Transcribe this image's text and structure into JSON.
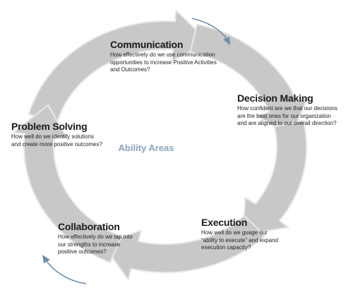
{
  "center_label": "Ability Areas",
  "colors": {
    "arrow_fill": "#c8c8c8",
    "arrow_stroke": "#e8e8e8",
    "accent_arrow": "#6e8eaa",
    "center_text": "#8aa2ba",
    "text": "#1a1a1a"
  },
  "nodes": [
    {
      "title": "Communication",
      "description": "How effectively do we use communication opportunities to increase Positive Activities and Outcomes?"
    },
    {
      "title": "Decision Making",
      "description": "How confident are we that our decisions are the best ones for our organization and are aligned to our overall direction?"
    },
    {
      "title": "Execution",
      "description": "How well do we guage our “ability to execute” and expand execution capacity?"
    },
    {
      "title": "Collaboration",
      "description": "How effectively do we tap into our strengths to increase positive outcomes?"
    },
    {
      "title": "Problem Solving",
      "description": "How well do we identify solutions and create more positive outcomes?"
    }
  ]
}
